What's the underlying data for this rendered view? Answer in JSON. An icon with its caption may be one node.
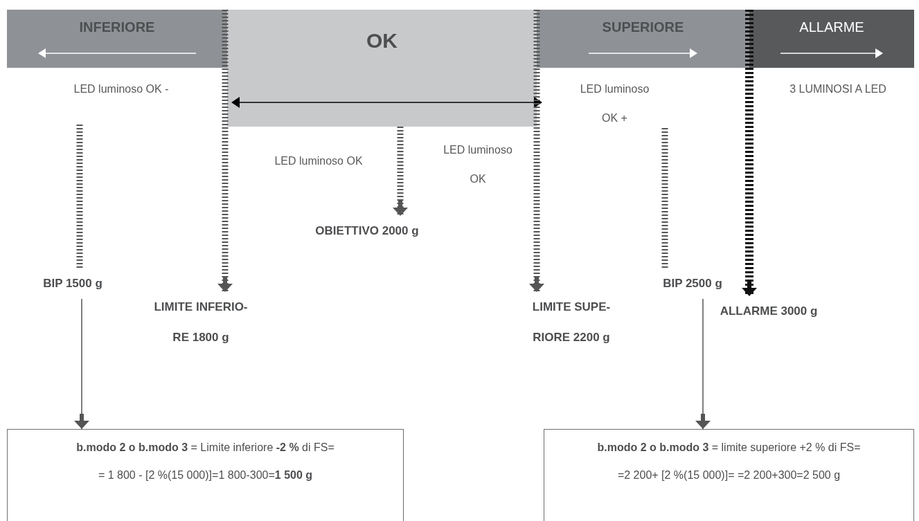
{
  "diagram": {
    "nodes": [
      {
        "text": [
          "INFERIORE"
        ]
      },
      {
        "text": [
          "OK"
        ]
      },
      {
        "text": [
          "SUPERIORE"
        ]
      },
      {
        "text": [
          "ALLARME"
        ]
      },
      {
        "text": [
          "BIP 1500 g"
        ]
      },
      {
        "text": [
          "LIMITE INFERIO- RE 1800 g"
        ]
      },
      {
        "text": [
          "OBIETTIVO 2000 g"
        ]
      },
      {
        "text": [
          "LIMITE SUPE- RIORE 2200 g"
        ]
      },
      {
        "text": [
          "BIP 2500 g"
        ]
      },
      {
        "text": [
          "ALLARME 3000 g"
        ]
      },
      {
        "text": [
          "**b.modo 2 o b.modo 3** = Limite inferiore **-2 %** di FS=",
          "= 1 800 - [2 %(15 000)]=1 800-300=**1 500 g**"
        ]
      },
      {
        "text": [
          "**b.modo 2 o b.modo 3** = limite superiore +2 % di FS=",
          "=2 200+ [2 %(15 000)]= =2 200+300=2 500 g"
        ]
      }
    ],
    "edges": [
      {
        "from": null,
        "to": 4,
        "arrow": "none",
        "style": "dashed"
      },
      {
        "from": 0,
        "to": 5,
        "arrow": "to",
        "style": "dashed"
      },
      {
        "from": 1,
        "to": 6,
        "arrow": "to",
        "style": "dashed"
      },
      {
        "from": 2,
        "to": 7,
        "arrow": "to",
        "style": "dashed"
      },
      {
        "from": null,
        "to": 8,
        "arrow": "none",
        "style": "dashed"
      },
      {
        "from": 3,
        "to": 9,
        "arrow": "to",
        "style": "dashed",
        "color": "#111111"
      },
      {
        "from": 4,
        "to": 10,
        "arrow": "to"
      },
      {
        "from": 8,
        "to": 11,
        "arrow": "to"
      }
    ],
    "labels": [
      "LED luminoso OK -",
      "LED luminoso OK +",
      "3 LUMINOSI A LED",
      "LED luminoso OK",
      "LED luminoso OK"
    ]
  }
}
